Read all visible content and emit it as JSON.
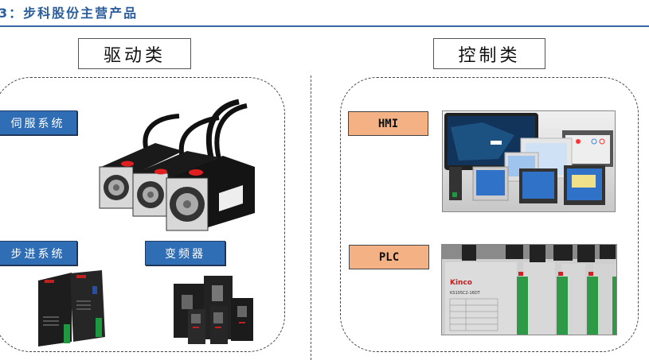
{
  "header": {
    "title": "3：步科股份主营产品",
    "rule_color": "#3a66a6"
  },
  "categories": {
    "drive": {
      "label": "驱动类",
      "products": [
        {
          "label": "伺服系统",
          "image": "servo-motors-image"
        },
        {
          "label": "步进系统",
          "image": "stepper-drivers-image"
        },
        {
          "label": "变频器",
          "image": "frequency-inverters-image"
        }
      ],
      "label_color": "#2f6db5"
    },
    "control": {
      "label": "控制类",
      "products": [
        {
          "label": "HMI",
          "image": "hmi-panels-image"
        },
        {
          "label": "PLC",
          "image": "plc-modules-image",
          "image_text": [
            "Kinco",
            "KS105C2-16DT"
          ]
        }
      ],
      "label_color": "#f4b183"
    }
  }
}
